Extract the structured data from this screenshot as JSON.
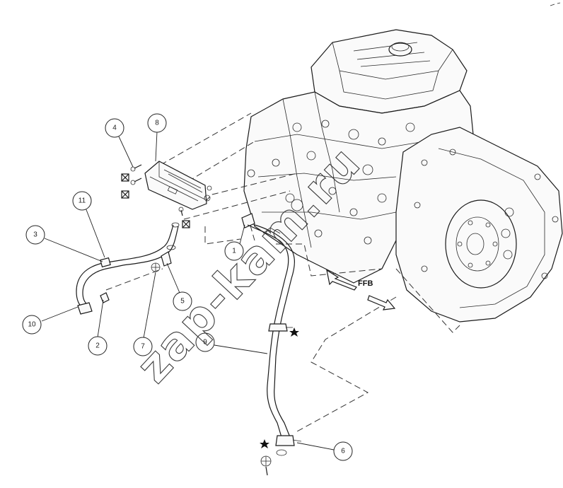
{
  "diagram": {
    "callouts": [
      {
        "id": "c1",
        "label": "1"
      },
      {
        "id": "c2",
        "label": "2"
      },
      {
        "id": "c3",
        "label": "3"
      },
      {
        "id": "c4",
        "label": "4"
      },
      {
        "id": "c5",
        "label": "5"
      },
      {
        "id": "c6",
        "label": "6"
      },
      {
        "id": "c7",
        "label": "7"
      },
      {
        "id": "c8",
        "label": "8"
      },
      {
        "id": "c9",
        "label": "9"
      },
      {
        "id": "c10",
        "label": "10"
      },
      {
        "id": "c11",
        "label": "11"
      }
    ],
    "direction_label": "FFB",
    "watermark": "zap-kam.ru"
  }
}
